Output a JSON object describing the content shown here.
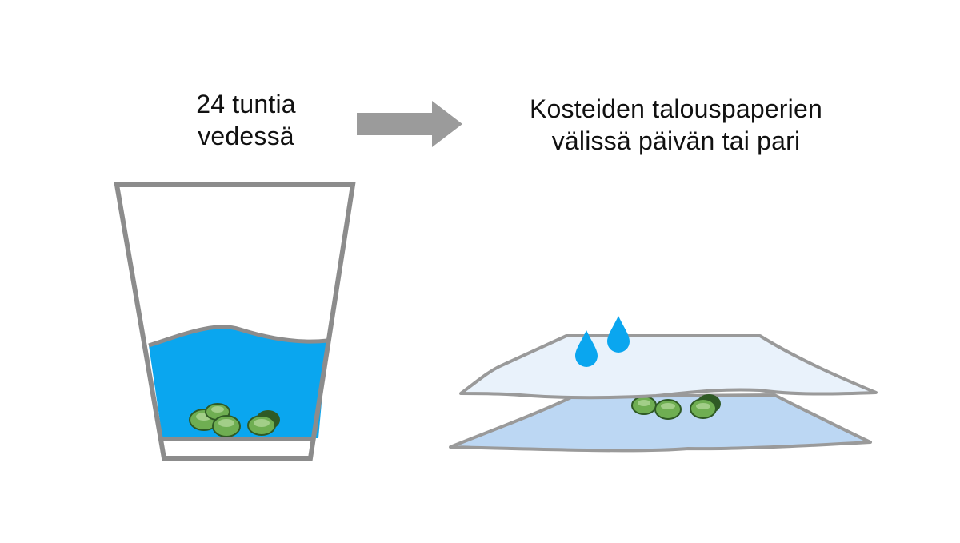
{
  "step1": {
    "line1": "24 tuntia",
    "line2": "vedessä"
  },
  "step2": {
    "line1": "Kosteiden talouspaperien",
    "line2": "välissä päivän tai pari"
  },
  "icons": {
    "arrow": "arrow-right-icon",
    "glass": "water-glass-icon",
    "paper": "paper-towel-icon",
    "drop": "water-drop-icon",
    "seed": "pea-seed-icon"
  },
  "colors": {
    "water": "#0aa6ef",
    "glass_outline": "#8c8c8c",
    "arrow": "#9b9b9b",
    "seed_fill": "#6fae52",
    "seed_dark": "#2f5a25",
    "top_paper": "#e9f2fb",
    "bottom_paper": "#bcd7f3",
    "drop": "#0aa6ef"
  }
}
